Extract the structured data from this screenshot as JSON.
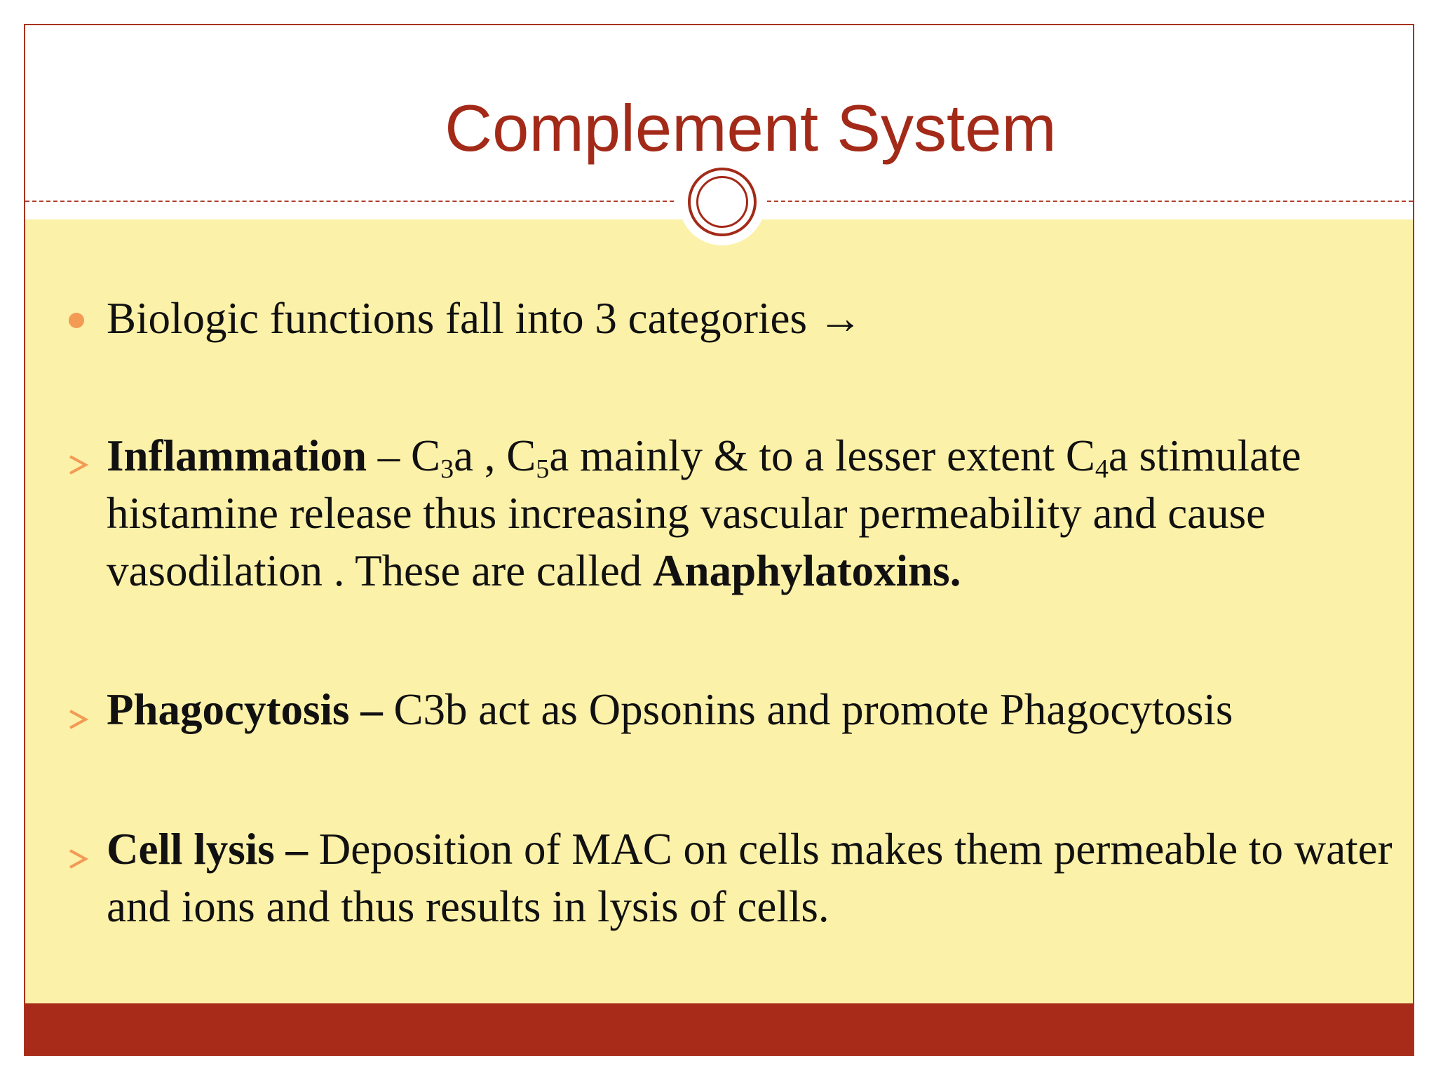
{
  "slide": {
    "title": "Complement System",
    "intro": {
      "text": "Biologic functions fall into 3 categories →"
    },
    "items": [
      {
        "heading": "Inflammation",
        "sep": " – ",
        "c3": "C",
        "c3_sub": "3",
        "c3_a": "a , ",
        "c5": "C",
        "c5_sub": "5",
        "c5_a": "a mainly & to a lesser extent ",
        "c4": "C",
        "c4_sub": "4",
        "c4_a": "a stimulate histamine release thus increasing vascular permeability and cause vasodilation . These are called ",
        "term": "Anaphylatoxins."
      },
      {
        "heading": "Phagocytosis –",
        "body": " C3b act as Opsonins and promote Phagocytosis"
      },
      {
        "heading": "Cell lysis –",
        "body": " Deposition of MAC on cells makes them permeable to water and ions and thus results in lysis of cells."
      }
    ]
  },
  "colors": {
    "title": "#a32a18",
    "content_background": "#fcf1a8",
    "footer_bar": "#a82a18",
    "bullet": "#f39a55"
  },
  "icons": {
    "header_emblem": "double-ring-circle-icon",
    "intro_bullet": "dot-bullet-icon",
    "item_bullet": "arrowhead-bullet-icon"
  }
}
